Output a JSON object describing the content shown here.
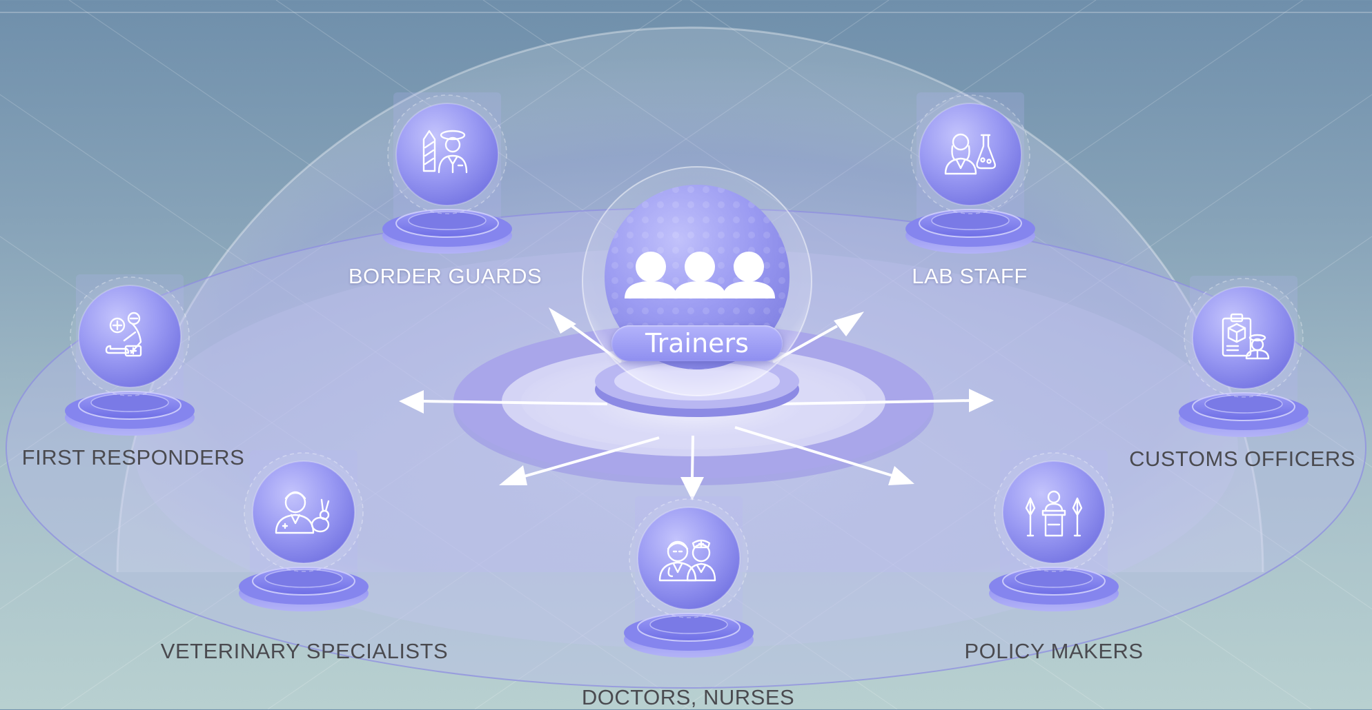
{
  "center": {
    "label": "Trainers",
    "icon": "people-group-icon"
  },
  "nodes": [
    {
      "id": "border-guards",
      "label": "BORDER GUARDS",
      "icon": "border-guard-icon"
    },
    {
      "id": "lab-staff",
      "label": "LAB STAFF",
      "icon": "lab-staff-icon"
    },
    {
      "id": "first-responders",
      "label": "FIRST RESPONDERS",
      "icon": "first-responder-icon"
    },
    {
      "id": "customs-officers",
      "label": "CUSTOMS OFFICERS",
      "icon": "customs-officer-icon"
    },
    {
      "id": "veterinary-specialists",
      "label": "VETERINARY SPECIALISTS",
      "icon": "veterinarian-icon"
    },
    {
      "id": "doctors-nurses",
      "label": "DOCTORS, NURSES",
      "icon": "doctor-nurse-icon"
    },
    {
      "id": "policy-makers",
      "label": "POLICY MAKERS",
      "icon": "policy-maker-icon"
    }
  ],
  "colors": {
    "sphere": "#8e8ef0",
    "sphere_light": "#b9b9fb",
    "pedestal": "#7b7bec",
    "ring": "#a6a3ea",
    "arrow": "#ffffff",
    "label_dark": "#4a4a4f",
    "label_light": "#ffffff"
  }
}
